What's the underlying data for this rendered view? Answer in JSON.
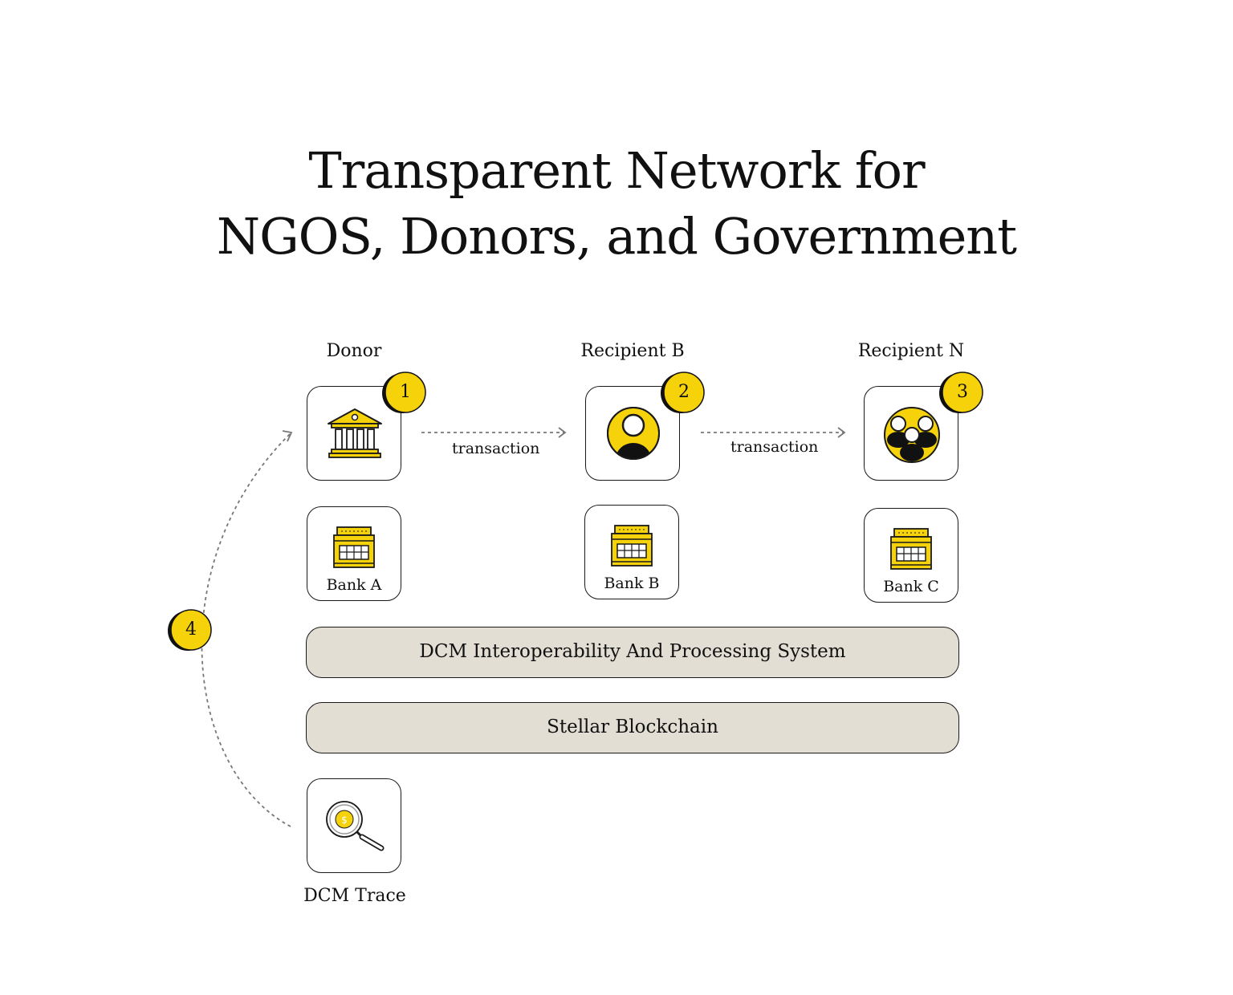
{
  "title": {
    "line1": "Transparent Network for",
    "line2": "NGOS, Donors, and Government"
  },
  "nodes": {
    "donor": {
      "label": "Donor",
      "icon": "government-building-icon",
      "badge": "1"
    },
    "recipient_b": {
      "label": "Recipient B",
      "icon": "person-icon",
      "badge": "2"
    },
    "recipient_n": {
      "label": "Recipient N",
      "icon": "group-icon",
      "badge": "3"
    }
  },
  "transactions": {
    "first": "transaction",
    "second": "transaction"
  },
  "banks": {
    "a": "Bank A",
    "b": "Bank B",
    "c": "Bank C"
  },
  "layers": {
    "interoperability": "DCM Interoperability And Processing System",
    "blockchain": "Stellar Blockchain"
  },
  "trace": {
    "label": "DCM Trace",
    "icon": "magnifier-coin-icon",
    "badge": "4"
  },
  "colors": {
    "accent": "#f5d20a",
    "layer": "#e2ded3",
    "stroke": "#1a1a1a"
  }
}
